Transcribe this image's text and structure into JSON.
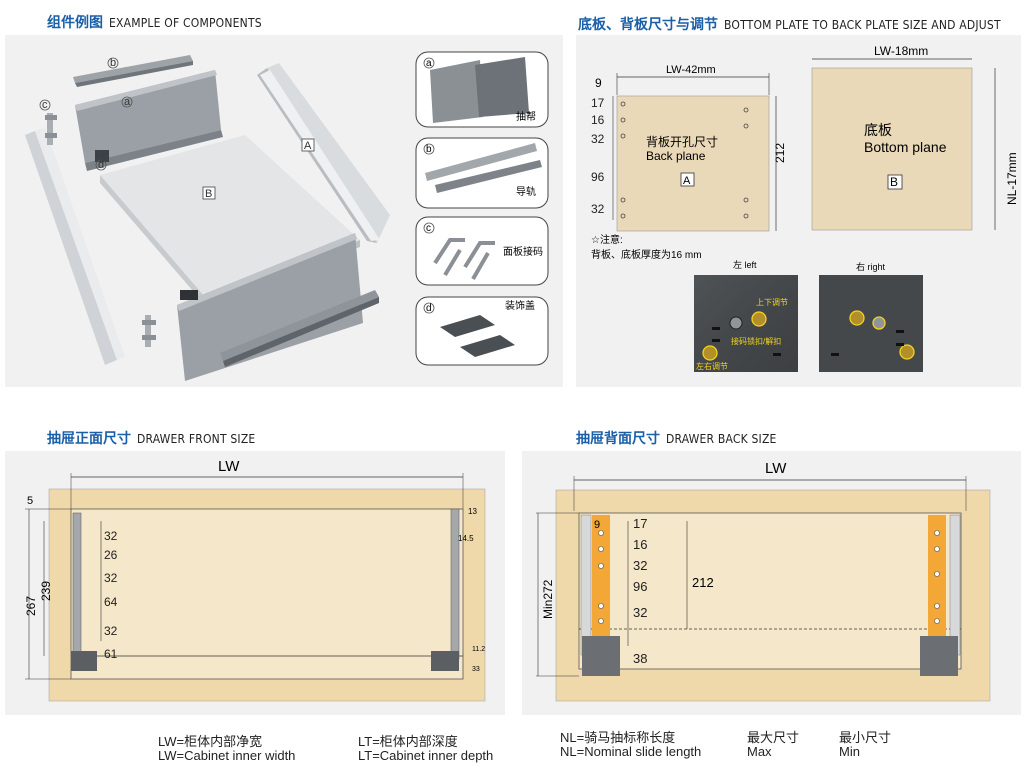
{
  "headings": {
    "components_cn": "组件例图",
    "components_en": "EXAMPLE OF COMPONENTS",
    "bottom_cn": "底板、背板尺寸与调节",
    "bottom_en": "BOTTOM PLATE TO BACK PLATE SIZE AND ADJUST",
    "front_cn": "抽屉正面尺寸",
    "front_en": "DRAWER FRONT SIZE",
    "back_cn": "抽屉背面尺寸",
    "back_en": "DRAWER BACK SIZE"
  },
  "components": {
    "letters": {
      "a": "a",
      "b": "b",
      "c": "c",
      "d": "d",
      "A": "A",
      "B": "B"
    },
    "callouts": [
      {
        "letter": "a",
        "label": "抽帮"
      },
      {
        "letter": "b",
        "label": "导轨"
      },
      {
        "letter": "c",
        "label": "面板接码"
      },
      {
        "letter": "d",
        "label": "装饰盖"
      }
    ]
  },
  "back_plate": {
    "width_label": "LW-42mm",
    "offset": "9",
    "height": "212",
    "holes": [
      "17",
      "16",
      "32",
      "96",
      "32"
    ],
    "title_cn": "背板开孔尺寸",
    "title_en": "Back plane",
    "letter": "A"
  },
  "bottom_plate": {
    "width_label": "LW-18mm",
    "height_label": "NL-17mm",
    "title_cn": "底板",
    "title_en": "Bottom plane",
    "letter": "B"
  },
  "note": {
    "title": "☆注意:",
    "text": "背板、底板厚度为16 mm"
  },
  "adjust": {
    "left_label": "左 left",
    "right_label": "右 right",
    "up_down": "上下调节",
    "lock_unlock": "接码锁扣/解扣",
    "left_right": "左右调节"
  },
  "front": {
    "lw": "LW",
    "d5": "5",
    "d267": "267",
    "d239": "239",
    "d13": "13",
    "d14": "14.5",
    "spacing": [
      "32",
      "26",
      "32",
      "64",
      "32"
    ],
    "d61": "61",
    "d11": "11.2",
    "d33": "33"
  },
  "back": {
    "lw": "LW",
    "min272": "Min272",
    "d9": "9",
    "holes": [
      "17",
      "16",
      "32",
      "96",
      "32"
    ],
    "d212": "212",
    "d38": "38"
  },
  "legend": {
    "lw_cn": "LW=柜体内部净宽",
    "lw_en": "LW=Cabinet inner width",
    "lt_cn": "LT=柜体内部深度",
    "lt_en": "LT=Cabinet inner depth",
    "nl_cn": "NL=骑马抽标称长度",
    "nl_en": "NL=Nominal slide length",
    "max_cn": "最大尺寸",
    "max_en": "Max",
    "min_cn": "最小尺寸",
    "min_en": "Min"
  }
}
